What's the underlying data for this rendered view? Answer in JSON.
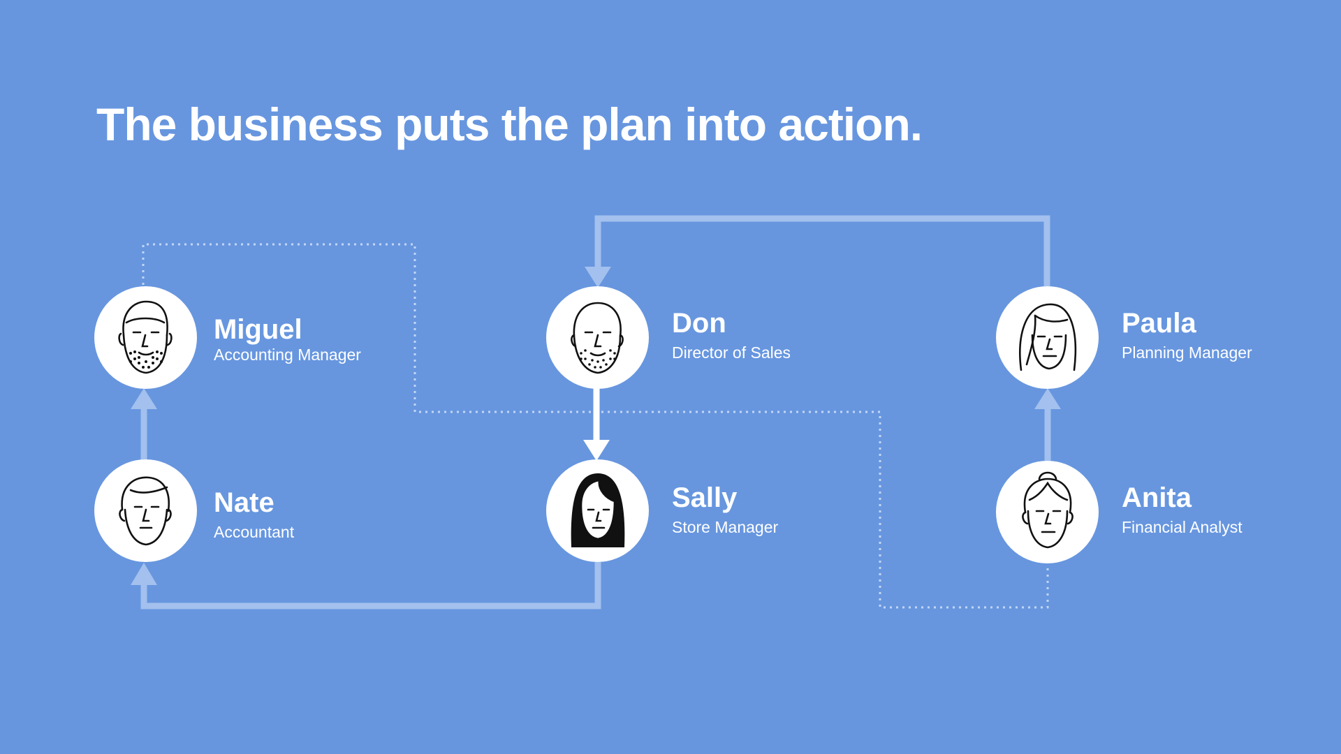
{
  "title": "The business puts the plan into action.",
  "people": [
    {
      "id": "miguel",
      "name": "Miguel",
      "role": "Accounting Manager"
    },
    {
      "id": "nate",
      "name": "Nate",
      "role": "Accountant"
    },
    {
      "id": "don",
      "name": "Don",
      "role": "Director of Sales"
    },
    {
      "id": "sally",
      "name": "Sally",
      "role": "Store Manager"
    },
    {
      "id": "paula",
      "name": "Paula",
      "role": "Planning Manager"
    },
    {
      "id": "anita",
      "name": "Anita",
      "role": "Financial Analyst"
    }
  ],
  "colors": {
    "background": "#6796DF",
    "node": "#ffffff",
    "connector_faint": "#A3C0EE",
    "connector_strong": "#ffffff",
    "dotted": "#C3D6F3"
  }
}
